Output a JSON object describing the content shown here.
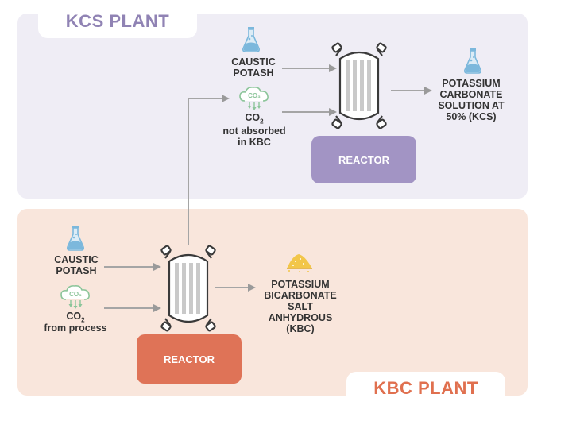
{
  "kcs_plant": {
    "title": "KCS PLANT",
    "inputs": {
      "caustic_potash": "CAUSTIC\nPOTASH",
      "co2_main": "CO",
      "co2_sub": "2",
      "co2_desc": "not absorbed\nin KBC",
      "co2_icon_text": "CO₃"
    },
    "reactor_label": "REACTOR",
    "output": "POTASSIUM\nCARBONATE\nSOLUTION AT\n50% (KCS)"
  },
  "kbc_plant": {
    "title": "KBC PLANT",
    "inputs": {
      "caustic_potash": "CAUSTIC\nPOTASH",
      "co2_main": "CO",
      "co2_sub": "2",
      "co2_desc": "from process",
      "co2_icon_text": "CO₃"
    },
    "reactor_label": "REACTOR",
    "output": "POTASSIUM\nBICARBONATE\nSALT\nANHYDROUS\n(KBC)"
  },
  "colors": {
    "kcs_accent": "#9083b4",
    "kcs_button": "#a294c4",
    "kbc_accent": "#e0704f",
    "kbc_button": "#df7357",
    "flask_blue": "#7cb8dc",
    "co2_green": "#8cc59a",
    "salt_yellow": "#f2c64a"
  },
  "icons": [
    "flask-icon",
    "co2-cloud-icon",
    "reactor-vessel-icon",
    "salt-pile-icon",
    "arrow-icon"
  ]
}
